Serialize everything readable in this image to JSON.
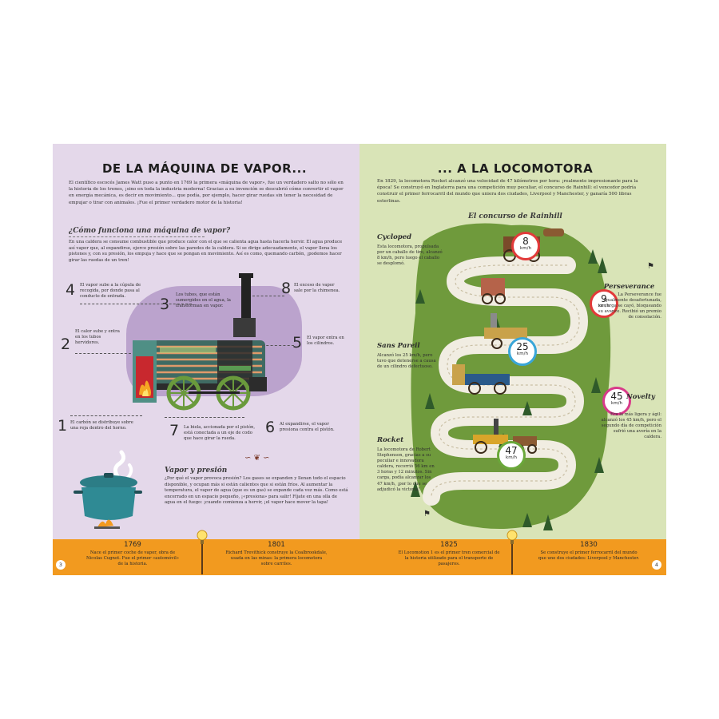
{
  "left": {
    "title": "DE LA MÁQUINA DE VAPOR...",
    "intro": "El científico escocés James Watt puso a punto en 1769 la primera «máquina de vapor», fue un verdadero salto no sólo en la historia de los trenes, ¡sino en toda la industria moderna! Gracias a su invención se descubrió cómo convertir el vapor en energía mecánica, es decir en movimiento... que podía, por ejemplo, hacer girar ruedas sin tener la necesidad de empujar o tirar con animales. ¡Fue el primer verdadero motor de la historia!",
    "how_title": "¿Cómo funciona una máquina de vapor?",
    "how_text": "En una caldera se consume combustible que produce calor con el que se calienta agua hasta hacerla hervir. El agua produce así vapor que, al expandirse, ejerce presión sobre las paredes de la caldera. Si se dirige adecuadamente, el vapor llena los pistones y, con su presión, los empuja y hace que se pongan en movimiento. Así es como, quemando carbón, ¡podemos hacer girar las ruedas de un tren!",
    "steps": [
      {
        "n": "1",
        "text": "El carbón se distribuye sobre una reja dentro del horno."
      },
      {
        "n": "2",
        "text": "El calor sube y entra en los tubos hervidores."
      },
      {
        "n": "3",
        "text": "Los tubos, que están sumergidos en el agua, la transforman en vapor."
      },
      {
        "n": "4",
        "text": "El vapor sube a la cúpula de recogida, por donde pasa al conducto de entrada."
      },
      {
        "n": "5",
        "text": "El vapor entra en los cilindros."
      },
      {
        "n": "6",
        "text": "Al expandirse, el vapor presiona contra el pistón."
      },
      {
        "n": "7",
        "text": "La biela, accionada por el pistón, está conectada a un eje de codo que hace girar la rueda."
      },
      {
        "n": "8",
        "text": "El exceso de vapor sale por la chimenea."
      }
    ],
    "pressure_title": "Vapor y presión",
    "pressure_text": "¿Por qué el vapor provoca presión? Los gases se expanden y llenan todo el espacio disponible, y ocupan más si están calientes que si están fríos. Al aumentar la temperatura, el vapor de agua (que es un gas) se expande cada vez más. Como está encerrado en un espacio pequeño, ¡«presiona» para salir! Fíjate en una olla de agua en el fuego: ¡cuando comienza a hervir, ¡el vapor hace mover la tapa!"
  },
  "right": {
    "title": "... A LA LOCOMOTORA",
    "intro": "En 1829, la locomotora Rocket alcanzó una velocidad de 47 kilómetros por hora: ¡realmente impresionante para la época! Se construyó en Inglaterra para una competición muy peculiar, el concurso de Rainhill: el vencedor podría construir el primer ferrocarril del mundo que uniera dos ciudades, Liverpool y Manchester, y ganaría 500 libras esterlinas.",
    "contest_title": "El concurso de Rainhill",
    "entries": [
      {
        "name": "Cycloped",
        "text": "Esta locomotora, propulsada por un caballo de tiro, alcanzó 8 km/h, pero luego el caballo se desplomó.",
        "speed": "8",
        "unit": "km/h"
      },
      {
        "name": "Perseverance",
        "text": "La Perseverance fue igualmente desafortunada, su carga se cayó, bloqueando su avance. Recibió un premio de consolación.",
        "speed": "9",
        "unit": "km/h"
      },
      {
        "name": "Sans Pareil",
        "text": "Alcanzó los 25 km/h, pero tuvo que detenerse a causa de un cilindro defectuoso.",
        "speed": "25",
        "unit": "km/h"
      },
      {
        "name": "Novelty",
        "text": "Era la más ligera y ágil: alcanzó los 45 km/h, pero el segundo día de competición sufrió una avería en la caldera.",
        "speed": "45",
        "unit": "km/h"
      },
      {
        "name": "Rocket",
        "text": "La locomotora de Robert Stephenson, gracias a su peculiar e innovadora caldera, recorrió 56 km en 3 horas y 12 minutos. Sin carga, podía alcanzar los 47 km/h, ¡por lo que se adjudicó la victoria!",
        "speed": "47",
        "unit": "km/h"
      }
    ]
  },
  "timeline": [
    {
      "year": "1769",
      "text": "Nace el primer coche de vapor, obra de Nicolas Cugnot. Fue el primer «automóvil» de la historia."
    },
    {
      "year": "1801",
      "text": "Richard Trevithick construye la Coalbrookdale, usada en las minas: la primera locomotora sobre carriles."
    },
    {
      "year": "1825",
      "text": "El Locomotion 1 es el primer tren comercial de la historia utilizado para el transporte de pasajeros."
    },
    {
      "year": "1830",
      "text": "Se construye el primer ferrocarril del mundo que une dos ciudades: Liverpool y Manchester."
    }
  ],
  "page_numbers": {
    "left": "3",
    "right": "4"
  },
  "colors": {
    "left_bg": "#e4d8ea",
    "right_bg": "#d9e4b7",
    "timeline": "#f29a1f",
    "road": "#f1ede2",
    "grass": "#6f9a3c"
  }
}
